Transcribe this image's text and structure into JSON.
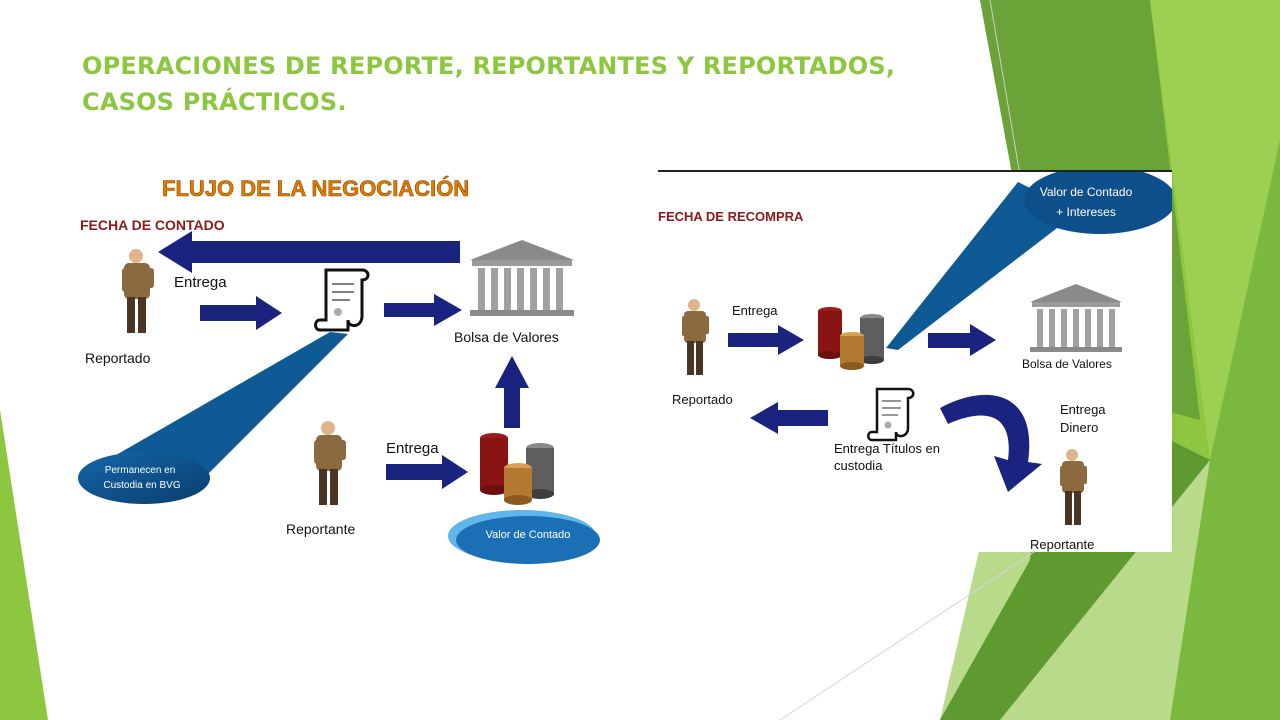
{
  "slide": {
    "title_line1": "OPERACIONES DE REPORTE, REPORTANTES Y REPORTADOS,",
    "title_line2": "CASOS PRÁCTICOS."
  },
  "colors": {
    "title": "#8dc63f",
    "arrow": "#1a237e",
    "bubble": "#0d4f8b",
    "date_label": "#8b1a1a",
    "flow_title": "#e07b00",
    "green_dark": "#5a9a32",
    "green_light": "#8dc63f"
  },
  "left_diagram": {
    "heading": "FLUJO DE LA NEGOCIACIÓN",
    "date_label": "FECHA DE CONTADO",
    "reportado_label": "Reportado",
    "entrega_top": "Entrega",
    "bolsa_label": "Bolsa de Valores",
    "custody_line1": "Permanecen en",
    "custody_line2": "Custodia en BVG",
    "reportante_label": "Reportante",
    "entrega_bottom": "Entrega",
    "valor_contado": "Valor de Contado"
  },
  "right_diagram": {
    "date_label": "FECHA DE RECOMPRA",
    "bubble_line1": "Valor de Contado",
    "bubble_line2": "+ Intereses",
    "entrega_top": "Entrega",
    "bolsa_label": "Bolsa de Valores",
    "reportado_label": "Reportado",
    "entrega_dinero_line1": "Entrega",
    "entrega_dinero_line2": "Dinero",
    "titulos_line1": "Entrega Títulos en",
    "titulos_line2": "custodia",
    "reportante_label": "Reportante"
  }
}
